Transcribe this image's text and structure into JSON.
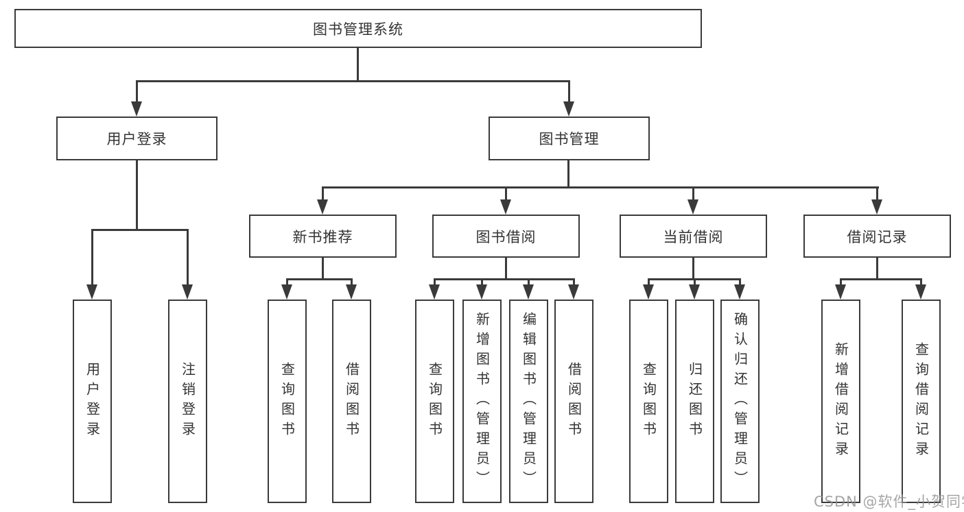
{
  "tree": {
    "root": {
      "label": "图书管理系统"
    },
    "login": {
      "label": "用户登录",
      "children": [
        {
          "label": "用户登录"
        },
        {
          "label": "注销登录"
        }
      ]
    },
    "books": {
      "label": "图书管理",
      "groups": [
        {
          "label": "新书推荐",
          "children": [
            {
              "label": "查询图书"
            },
            {
              "label": "借阅图书"
            }
          ]
        },
        {
          "label": "图书借阅",
          "children": [
            {
              "label": "查询图书"
            },
            {
              "label": "新增图书（管理员）"
            },
            {
              "label": "编辑图书（管理员）"
            },
            {
              "label": "借阅图书"
            }
          ]
        },
        {
          "label": "当前借阅",
          "children": [
            {
              "label": "查询图书"
            },
            {
              "label": "归还图书"
            },
            {
              "label": "确认归还（管理员）"
            }
          ]
        },
        {
          "label": "借阅记录",
          "children": [
            {
              "label": "新增借阅记录"
            },
            {
              "label": "查询借阅记录"
            }
          ]
        }
      ]
    }
  },
  "watermark": {
    "text": "CSDN @软件_小贺同学"
  },
  "colors": {
    "line": "#3a3a3a",
    "text": "#333333",
    "watermark": "#919191",
    "background": "#ffffff"
  }
}
